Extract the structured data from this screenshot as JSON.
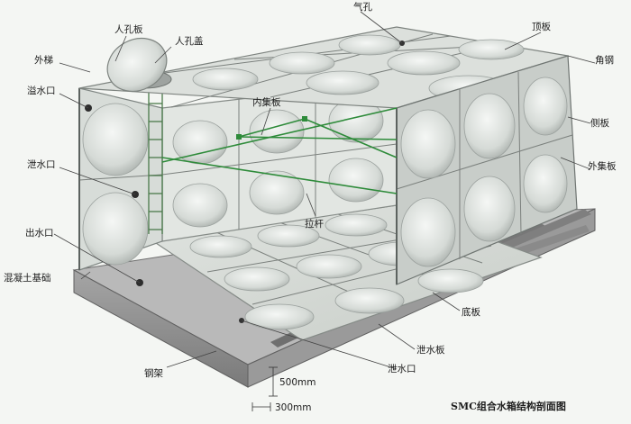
{
  "labels": {
    "qikong": "气孔",
    "renkongban": "人孔板",
    "renkonggai": "人孔盖",
    "dingban": "顶板",
    "waiti": "外梯",
    "jiaogang": "角钢",
    "yishuikou": "溢水口",
    "neijiban": "内集板",
    "ceban": "侧板",
    "xieshuikou_side": "泄水口",
    "waijiban": "外集板",
    "lagan": "拉杆",
    "chushuikou": "出水口",
    "hunningtu": "混凝土基础",
    "diban": "底板",
    "xieshuiban": "泄水板",
    "gangjia": "钢架",
    "xieshuikou_bottom": "泄水口",
    "dim_500": "500mm",
    "dim_300": "300mm"
  },
  "caption": "SMC组合水箱结构剖面图",
  "colors": {
    "background": "#f4f6f3",
    "panel": "#d7dcd8",
    "concrete": "#8f8f8f",
    "tierod": "#2e8b3a"
  }
}
